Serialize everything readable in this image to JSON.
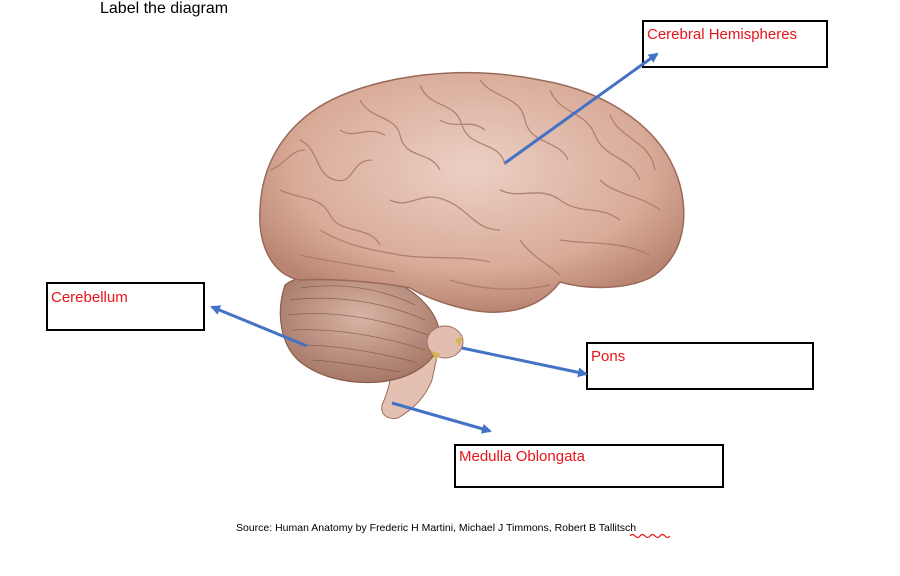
{
  "instruction": "Label the diagram",
  "labels": {
    "cerebral_hemispheres": "Cerebral Hemispheres",
    "cerebellum": "Cerebellum",
    "pons": "Pons",
    "medulla_oblongata": "Medulla Oblongata"
  },
  "source": "Source: Human Anatomy by Frederic H Martini, Michael J Timmons, Robert B Tallitsch",
  "colors": {
    "label_text": "#e8141b",
    "arrow": "#4472c4",
    "brain": "#dcb3a3"
  }
}
